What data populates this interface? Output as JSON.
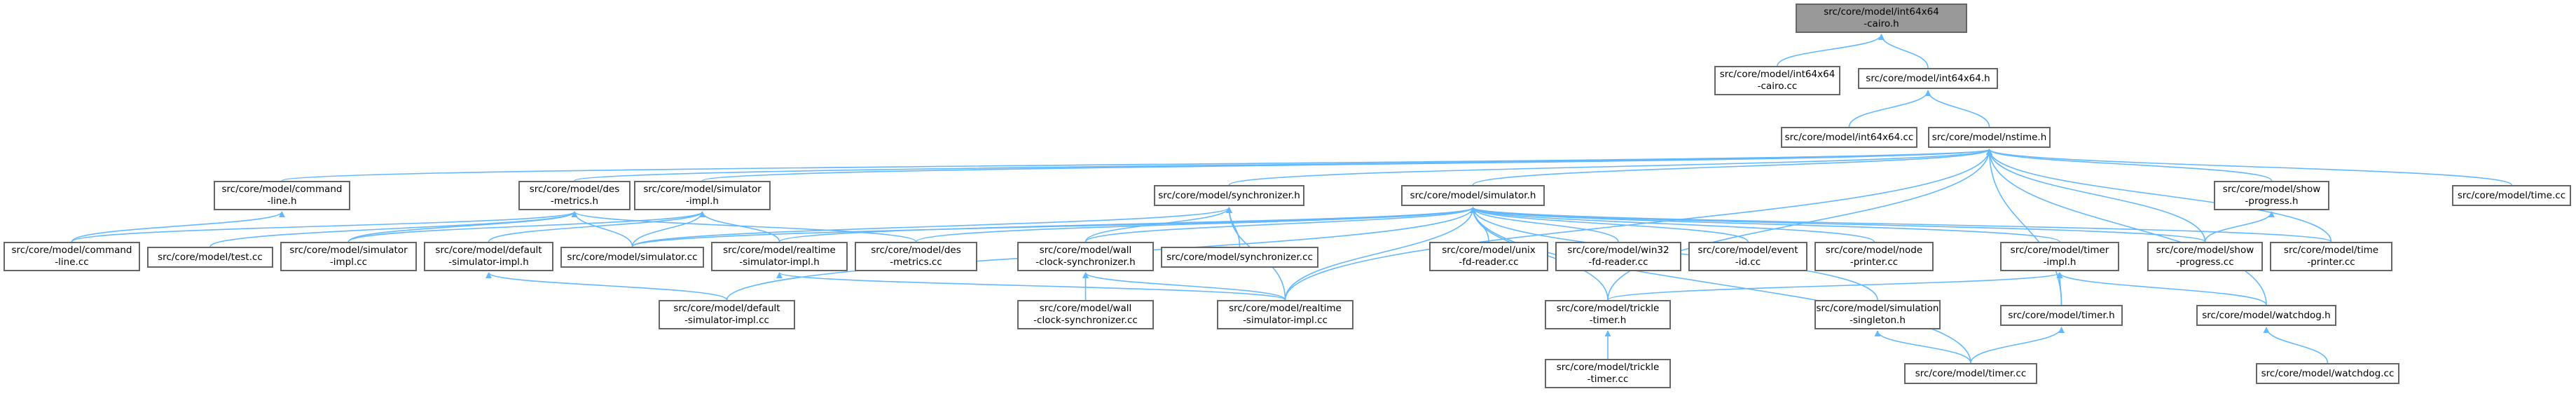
{
  "diagram": {
    "nodes": [
      {
        "id": "n1",
        "lines": [
          "src/core/model/int64x64",
          "-cairo.h"
        ],
        "root": true
      },
      {
        "id": "n2",
        "lines": [
          "src/core/model/int64x64",
          "-cairo.cc"
        ]
      },
      {
        "id": "n3",
        "lines": [
          "src/core/model/int64x64.h"
        ]
      },
      {
        "id": "n4",
        "lines": [
          "src/core/model/int64x64.cc"
        ]
      },
      {
        "id": "n5",
        "lines": [
          "src/core/model/nstime.h"
        ]
      },
      {
        "id": "n6",
        "lines": [
          "src/core/model/command",
          "-line.h"
        ]
      },
      {
        "id": "n7",
        "lines": [
          "src/core/model/command",
          "-line.cc"
        ]
      },
      {
        "id": "n8",
        "lines": [
          "src/core/model/des",
          "-metrics.h"
        ]
      },
      {
        "id": "n9",
        "lines": [
          "src/core/model/test.cc"
        ]
      },
      {
        "id": "n10",
        "lines": [
          "src/core/model/simulator",
          "-impl.h"
        ]
      },
      {
        "id": "n11",
        "lines": [
          "src/core/model/simulator",
          "-impl.cc"
        ]
      },
      {
        "id": "n12",
        "lines": [
          "src/core/model/default",
          "-simulator-impl.h"
        ]
      },
      {
        "id": "n13",
        "lines": [
          "src/core/model/default",
          "-simulator-impl.cc"
        ]
      },
      {
        "id": "n14",
        "lines": [
          "src/core/model/simulator.cc"
        ]
      },
      {
        "id": "n15",
        "lines": [
          "src/core/model/realtime",
          "-simulator-impl.h"
        ]
      },
      {
        "id": "n16",
        "lines": [
          "src/core/model/des",
          "-metrics.cc"
        ]
      },
      {
        "id": "n17",
        "lines": [
          "src/core/model/synchronizer.h"
        ]
      },
      {
        "id": "n18",
        "lines": [
          "src/core/model/wall",
          "-clock-synchronizer.h"
        ]
      },
      {
        "id": "n19",
        "lines": [
          "src/core/model/synchronizer.cc"
        ]
      },
      {
        "id": "n20",
        "lines": [
          "src/core/model/wall",
          "-clock-synchronizer.cc"
        ]
      },
      {
        "id": "n21",
        "lines": [
          "src/core/model/realtime",
          "-simulator-impl.cc"
        ]
      },
      {
        "id": "n22",
        "lines": [
          "src/core/model/simulator.h"
        ]
      },
      {
        "id": "n23",
        "lines": [
          "src/core/model/unix",
          "-fd-reader.cc"
        ]
      },
      {
        "id": "n24",
        "lines": [
          "src/core/model/win32",
          "-fd-reader.cc"
        ]
      },
      {
        "id": "n25",
        "lines": [
          "src/core/model/event",
          "-id.cc"
        ]
      },
      {
        "id": "n26",
        "lines": [
          "src/core/model/node",
          "-printer.cc"
        ]
      },
      {
        "id": "n27",
        "lines": [
          "src/core/model/timer",
          "-impl.h"
        ]
      },
      {
        "id": "n28",
        "lines": [
          "src/core/model/trickle",
          "-timer.h"
        ]
      },
      {
        "id": "n29",
        "lines": [
          "src/core/model/trickle",
          "-timer.cc"
        ]
      },
      {
        "id": "n30",
        "lines": [
          "src/core/model/simulation",
          "-singleton.h"
        ]
      },
      {
        "id": "n31",
        "lines": [
          "src/core/model/timer.h"
        ]
      },
      {
        "id": "n32",
        "lines": [
          "src/core/model/timer.cc"
        ]
      },
      {
        "id": "n33",
        "lines": [
          "src/core/model/show",
          "-progress.h"
        ]
      },
      {
        "id": "n34",
        "lines": [
          "src/core/model/show",
          "-progress.cc"
        ]
      },
      {
        "id": "n35",
        "lines": [
          "src/core/model/time",
          "-printer.cc"
        ]
      },
      {
        "id": "n36",
        "lines": [
          "src/core/model/watchdog.h"
        ]
      },
      {
        "id": "n37",
        "lines": [
          "src/core/model/watchdog.cc"
        ]
      },
      {
        "id": "n38",
        "lines": [
          "src/core/model/time.cc"
        ]
      }
    ],
    "edges": [
      [
        "n1",
        "n2"
      ],
      [
        "n1",
        "n3"
      ],
      [
        "n3",
        "n4"
      ],
      [
        "n3",
        "n5"
      ],
      [
        "n5",
        "n6"
      ],
      [
        "n5",
        "n8"
      ],
      [
        "n5",
        "n10"
      ],
      [
        "n5",
        "n17"
      ],
      [
        "n5",
        "n22"
      ],
      [
        "n5",
        "n28"
      ],
      [
        "n5",
        "n31"
      ],
      [
        "n5",
        "n33"
      ],
      [
        "n5",
        "n34"
      ],
      [
        "n5",
        "n35"
      ],
      [
        "n5",
        "n36"
      ],
      [
        "n5",
        "n38"
      ],
      [
        "n5",
        "n21"
      ],
      [
        "n6",
        "n7"
      ],
      [
        "n8",
        "n7"
      ],
      [
        "n8",
        "n9"
      ],
      [
        "n8",
        "n14"
      ],
      [
        "n8",
        "n16"
      ],
      [
        "n8",
        "n11"
      ],
      [
        "n10",
        "n11"
      ],
      [
        "n10",
        "n12"
      ],
      [
        "n10",
        "n14"
      ],
      [
        "n10",
        "n15"
      ],
      [
        "n12",
        "n13"
      ],
      [
        "n15",
        "n21"
      ],
      [
        "n17",
        "n18"
      ],
      [
        "n17",
        "n19"
      ],
      [
        "n17",
        "n21"
      ],
      [
        "n17",
        "n14"
      ],
      [
        "n18",
        "n20"
      ],
      [
        "n18",
        "n21"
      ],
      [
        "n22",
        "n14"
      ],
      [
        "n22",
        "n23"
      ],
      [
        "n22",
        "n24"
      ],
      [
        "n22",
        "n25"
      ],
      [
        "n22",
        "n26"
      ],
      [
        "n22",
        "n27"
      ],
      [
        "n22",
        "n28"
      ],
      [
        "n22",
        "n30"
      ],
      [
        "n22",
        "n34"
      ],
      [
        "n22",
        "n35"
      ],
      [
        "n22",
        "n32"
      ],
      [
        "n22",
        "n16"
      ],
      [
        "n22",
        "n15"
      ],
      [
        "n22",
        "n13"
      ],
      [
        "n22",
        "n21"
      ],
      [
        "n22",
        "n18"
      ],
      [
        "n27",
        "n31"
      ],
      [
        "n27",
        "n36"
      ],
      [
        "n27",
        "n28"
      ],
      [
        "n28",
        "n29"
      ],
      [
        "n30",
        "n32"
      ],
      [
        "n31",
        "n32"
      ],
      [
        "n33",
        "n34"
      ],
      [
        "n36",
        "n37"
      ]
    ]
  }
}
